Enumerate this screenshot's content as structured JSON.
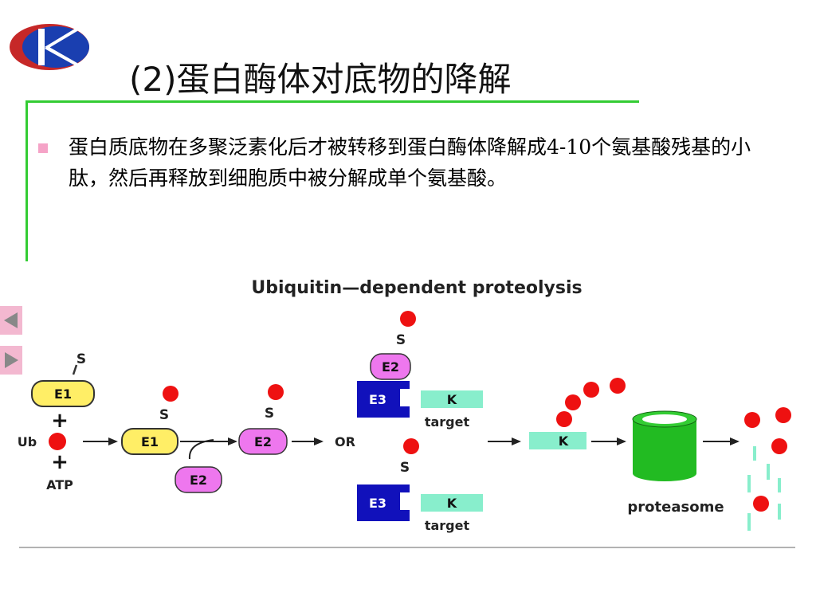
{
  "slide": {
    "title": "(2)蛋白酶体对底物的降解",
    "body": "蛋白质底物在多聚泛素化后才被转移到蛋白酶体降解成4-10个氨基酸残基的小肽，然后再释放到细胞质中被分解成单个氨基酸。"
  },
  "colors": {
    "accent_green": "#33cc33",
    "e1_yellow": "#ffee66",
    "e2_pink": "#ee77ee",
    "e3_blue": "#1111bb",
    "target_teal": "#88eecc",
    "ubiquitin_red": "#ee1111",
    "proteasome_green": "#22bb22",
    "nav_pink": "#f3b8d0"
  },
  "nav": {
    "prev_icon": "triangle-left-icon",
    "next_icon": "triangle-right-icon"
  },
  "diagram": {
    "title": "Ubiquitin—dependent proteolysis",
    "labels": {
      "e1": "E1",
      "e2": "E2",
      "e3": "E3",
      "s": "S",
      "plus": "+",
      "ub": "Ub",
      "atp": "ATP",
      "or": "OR",
      "k": "K",
      "target": "target",
      "proteasome": "proteasome"
    }
  }
}
